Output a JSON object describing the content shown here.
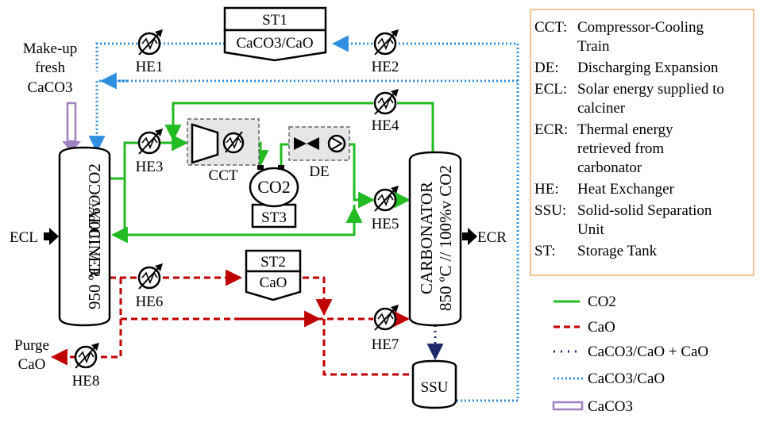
{
  "units": {
    "calciner": {
      "name": "CALCINER",
      "conditions": "950 ºC // 100%v CO2"
    },
    "carbonator": {
      "name": "CARBONATOR",
      "conditions": "850 ºC // 100%v CO2"
    },
    "st1": {
      "name": "ST1",
      "content": "CaCO3/CaO"
    },
    "st2": {
      "name": "ST2",
      "content": "CaO"
    },
    "st3": {
      "name": "ST3",
      "content": "CO2"
    },
    "cct": {
      "name": "CCT"
    },
    "de": {
      "name": "DE"
    },
    "ssu": {
      "name": "SSU"
    }
  },
  "heat_exchangers": [
    "HE1",
    "HE2",
    "HE3",
    "HE4",
    "HE5",
    "HE6",
    "HE7",
    "HE8"
  ],
  "labels": {
    "makeup_line1": "Make-up",
    "makeup_line2": "fresh",
    "makeup_line3": "CaCO3",
    "ecl": "ECL",
    "ecr": "ECR",
    "purge_line1": "Purge",
    "purge_line2": "CaO"
  },
  "abbreviations": [
    {
      "key": "CCT:",
      "lines": [
        "Compressor-Cooling",
        "Train"
      ]
    },
    {
      "key": "DE:",
      "lines": [
        "Discharging Expansion"
      ]
    },
    {
      "key": "ECL:",
      "lines": [
        "Solar energy supplied to",
        "calciner"
      ]
    },
    {
      "key": "ECR:",
      "lines": [
        "Thermal energy",
        "retrieved from",
        "carbonator"
      ]
    },
    {
      "key": "HE:",
      "lines": [
        "Heat Exchanger"
      ]
    },
    {
      "key": "SSU:",
      "lines": [
        "Solid-solid Separation",
        "Unit"
      ]
    },
    {
      "key": "ST:",
      "lines": [
        "Storage Tank"
      ]
    }
  ],
  "legend": [
    {
      "label": "CO2",
      "style": "solid",
      "color": "#22bb22"
    },
    {
      "label": "CaO",
      "style": "dashed",
      "color": "#c00000"
    },
    {
      "label": "CaCO3/CaO + CaO",
      "style": "dotted-dark",
      "color": "#1f2a6b"
    },
    {
      "label": "CaCO3/CaO",
      "style": "dotted",
      "color": "#2e8fe0"
    },
    {
      "label": "CaCO3",
      "style": "double",
      "color": "#a080c0"
    }
  ],
  "colors": {
    "co2": "#22bb22",
    "cao": "#c00000",
    "mix": "#1f2a6b",
    "caco3_cao": "#2e8fe0",
    "caco3": "#a080c0",
    "legend_border": "#f0b070"
  }
}
